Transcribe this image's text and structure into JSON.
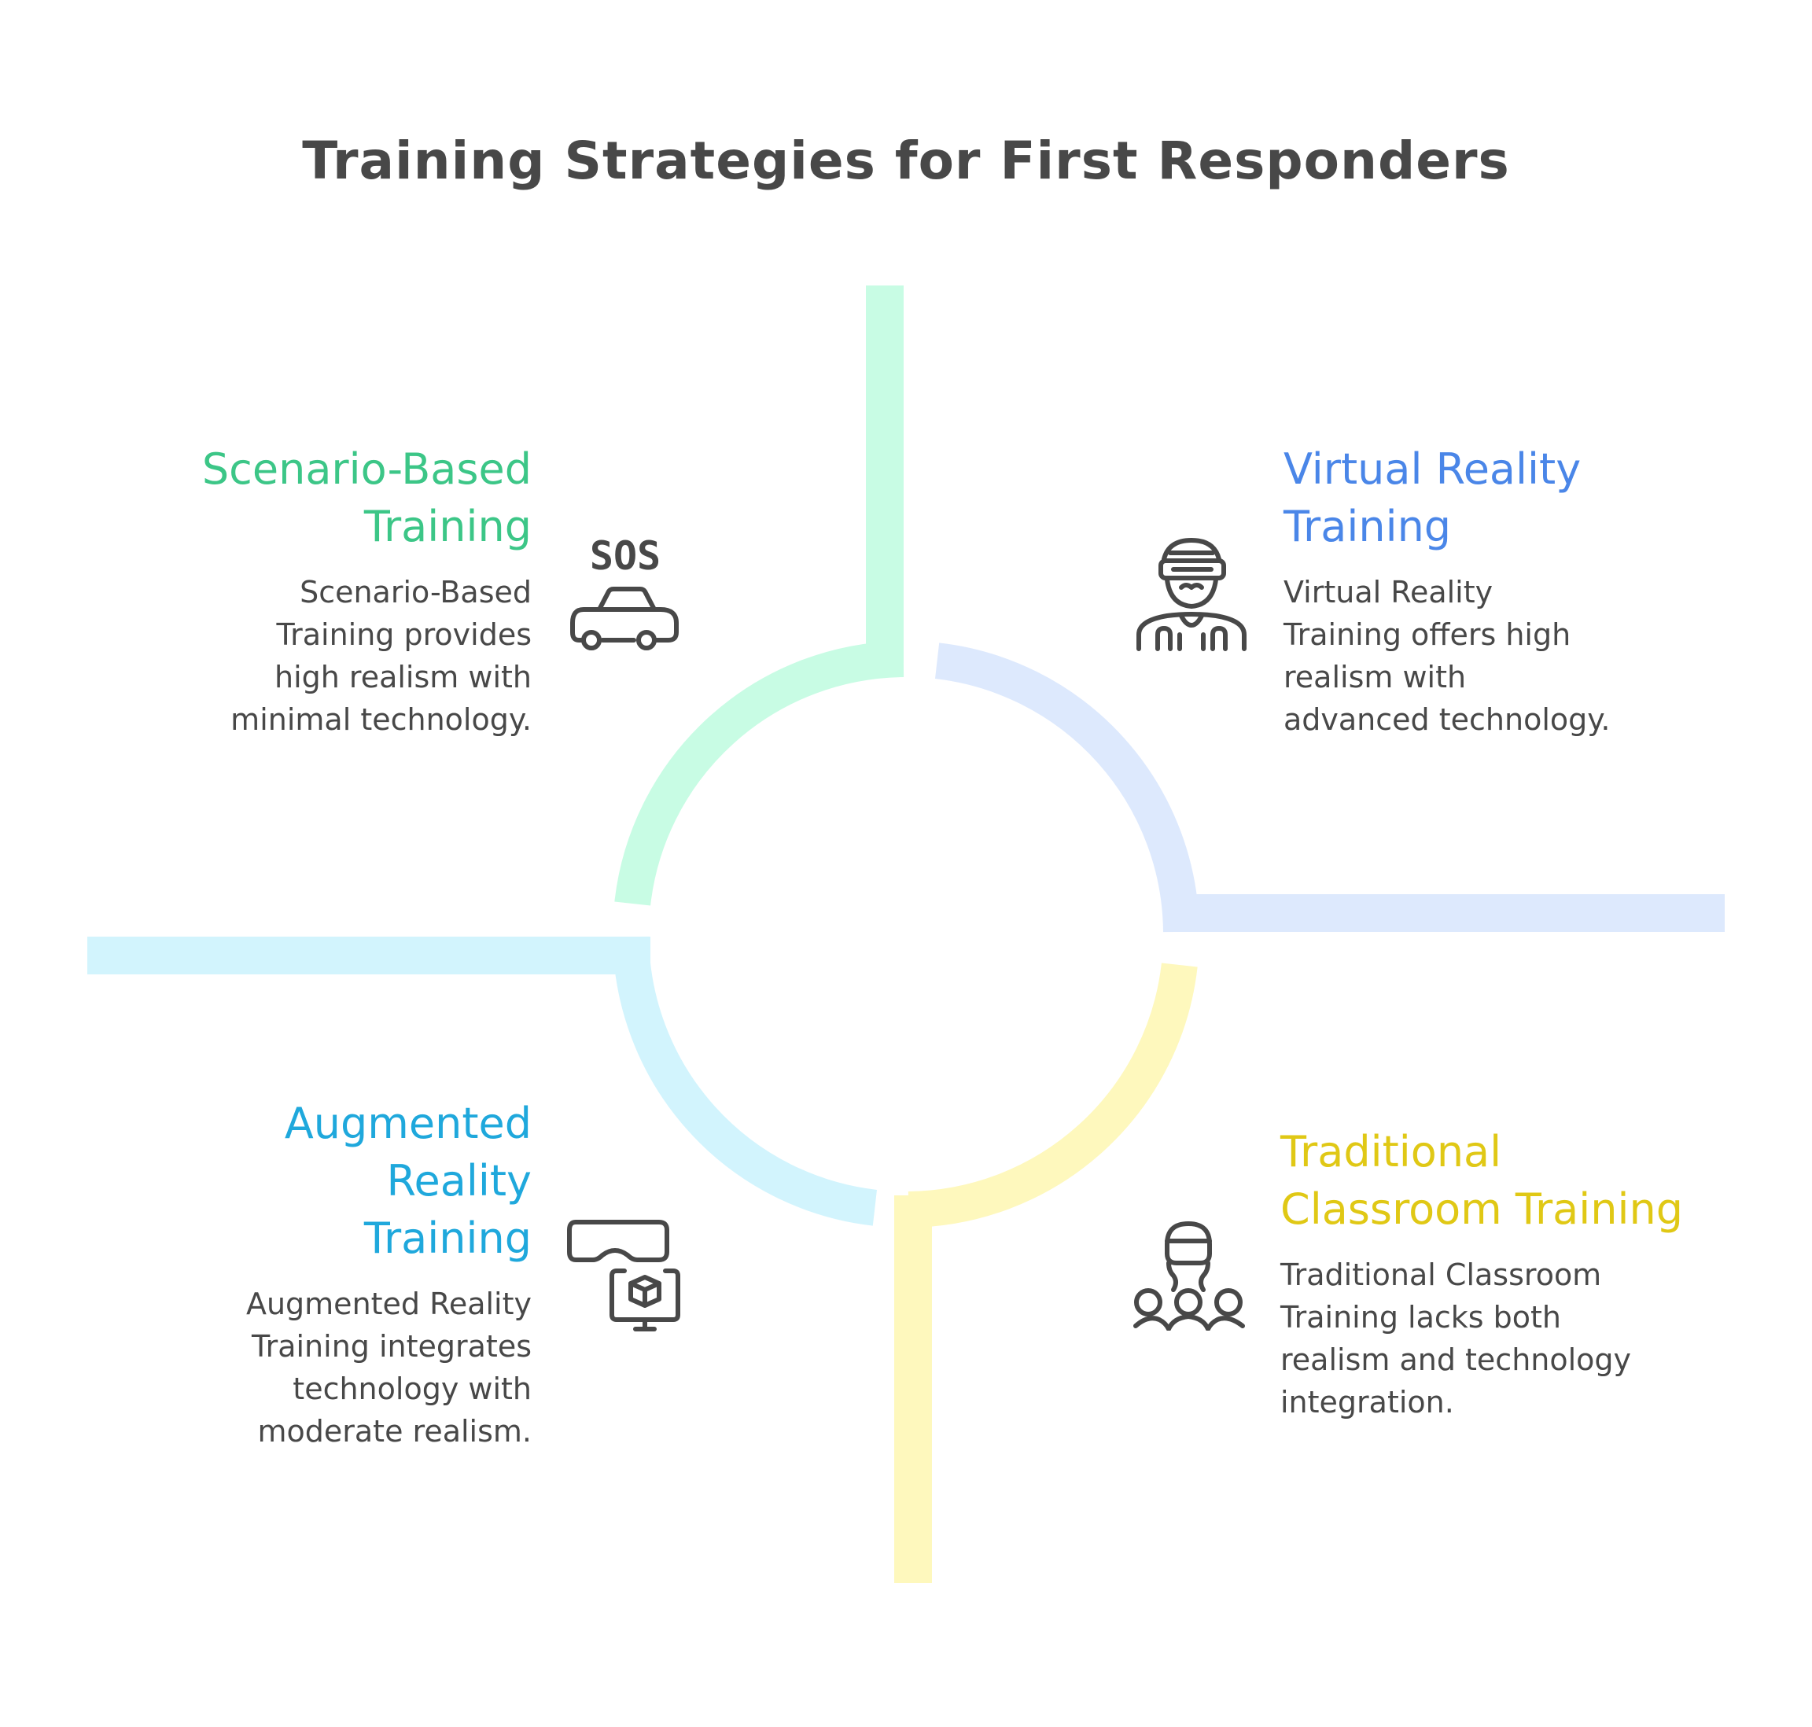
{
  "title": "Training Strategies for First Responders",
  "colors": {
    "text": "#484848",
    "scenario": "#3cc687",
    "scenario_track": "#c8fce4",
    "vr": "#4a86e8",
    "vr_track": "#dde9fd",
    "ar": "#1fa8dc",
    "ar_track": "#d2f4fd",
    "traditional": "#e0c815",
    "traditional_track": "#fef8bd"
  },
  "quadrants": [
    {
      "id": "scenario",
      "position": "top-left",
      "title_lines": [
        "Scenario-Based",
        "Training"
      ],
      "desc_lines": [
        "Scenario-Based",
        "Training provides",
        "high realism with",
        "minimal technology."
      ],
      "icon": "sos-car-icon",
      "icon_text": "SOS"
    },
    {
      "id": "vr",
      "position": "top-right",
      "title_lines": [
        "Virtual Reality",
        "Training"
      ],
      "desc_lines": [
        "Virtual Reality",
        "Training offers high",
        "realism with",
        "advanced technology."
      ],
      "icon": "vr-headset-person-icon"
    },
    {
      "id": "ar",
      "position": "bottom-left",
      "title_lines": [
        "Augmented",
        "Reality",
        "Training"
      ],
      "desc_lines": [
        "Augmented Reality",
        "Training integrates",
        "technology with",
        "moderate realism."
      ],
      "icon": "ar-goggles-monitor-icon"
    },
    {
      "id": "traditional",
      "position": "bottom-right",
      "title_lines": [
        "Traditional",
        "Classroom Training"
      ],
      "desc_lines": [
        "Traditional Classroom",
        "Training lacks both",
        "realism and technology",
        "integration."
      ],
      "icon": "classroom-group-icon"
    }
  ]
}
